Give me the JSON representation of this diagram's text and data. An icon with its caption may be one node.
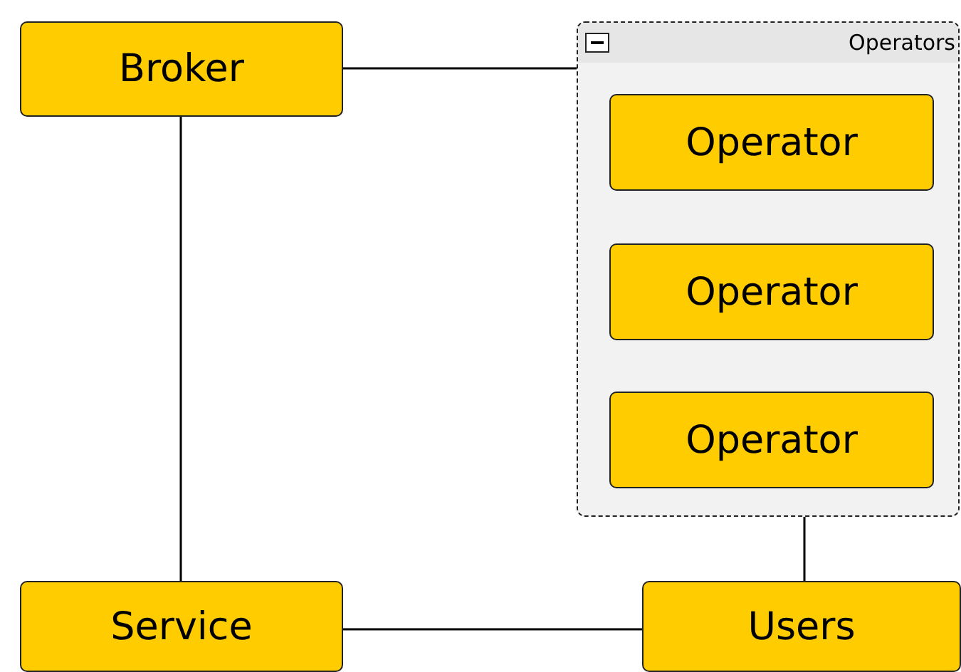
{
  "diagram": {
    "nodes": [
      {
        "text": [
          "Broker"
        ]
      },
      {
        "text": [
          "Operators"
        ]
      },
      {
        "text": [
          "Operator"
        ],
        "in": 1
      },
      {
        "text": [
          "Operator"
        ],
        "in": 1
      },
      {
        "text": [
          "Operator"
        ],
        "in": 1
      },
      {
        "text": [
          "Service"
        ]
      },
      {
        "text": [
          "Users"
        ]
      }
    ],
    "edges": [
      {
        "from": 0,
        "to": 1,
        "arrow": "none"
      },
      {
        "from": 0,
        "to": 5,
        "arrow": "none"
      },
      {
        "from": 5,
        "to": 6,
        "arrow": "none"
      },
      {
        "from": 1,
        "to": 6,
        "arrow": "none"
      }
    ]
  }
}
